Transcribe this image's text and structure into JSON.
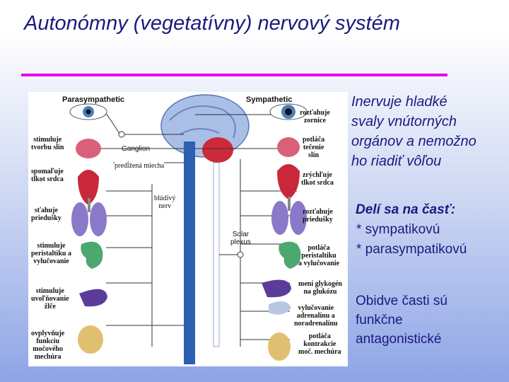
{
  "slide": {
    "title": "Autonómny (vegetatívny) nervový systém",
    "accent_rule_color": "#e600e6",
    "text_color": "#1a1a80"
  },
  "figure": {
    "parasympathetic_header": "Parasympathetic",
    "sympathetic_header": "Sympathetic",
    "ganglion": "Ganglion",
    "medulla": "predĺžená miecha",
    "vagus": "blúdivý\nnerv",
    "solar_plexus": "Solar\nplexus",
    "left_labels": [
      "stimuluje\ntvorbu slín",
      "spomaľuje\ntlkot srdca",
      "sťahuje\npriedušky",
      "stimuluje\nperistaltiku a\nvylučovanie",
      "stimuluje\nuvoľňovanie\nžlče",
      "ovplyvňuje\nfunkciu\nmočového\nmechúra"
    ],
    "right_labels": [
      "rozťahuje\nzornice",
      "potláča\ntečenie\nslín",
      "zrýchľuje\ntlkot srdca",
      "rozťahuje\npriedušky",
      "potláča\nperistaltiku\na vylučovanie",
      "mení glykogén\nna glukózu",
      "vylučovanie\nadrenalínu a\nnoradrenalínu",
      "potláča\nkontrakcie\nmoč. mechúra"
    ]
  },
  "bullets": {
    "intro_lines": [
      "Inervuje hladké",
      "svaly vnútorných",
      "orgánov a nemožno",
      "ho riadiť vôľou"
    ],
    "parts_heading": "Delí sa na časť:",
    "parts": [
      "* sympatikovú",
      "* parasympatikovú"
    ],
    "closing_lines": [
      "Obidve časti sú",
      "funkčne",
      "antagonistické"
    ]
  }
}
